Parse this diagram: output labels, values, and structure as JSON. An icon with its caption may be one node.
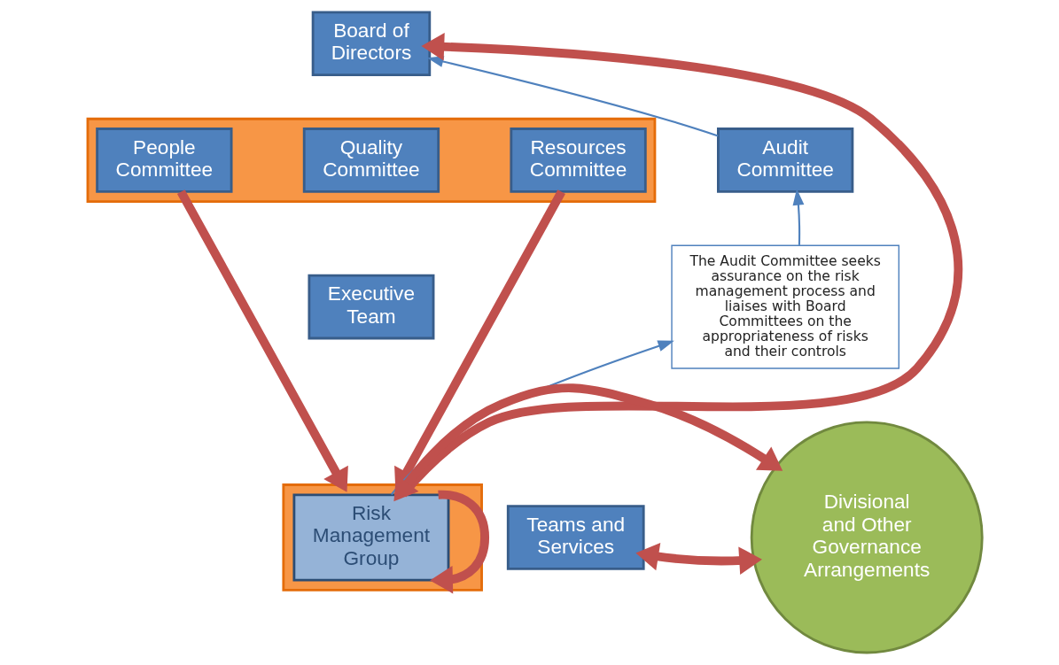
{
  "diagram": {
    "nodes": [
      {
        "text": [
          "Board of Directors"
        ]
      },
      {
        "text": [],
        "shape": "box"
      },
      {
        "text": [
          "People Committee"
        ],
        "in": 1
      },
      {
        "text": [
          "Quality Committee"
        ],
        "in": 1
      },
      {
        "text": [
          "Resources Committee"
        ],
        "in": 1
      },
      {
        "text": [
          "Audit Committee"
        ]
      },
      {
        "text": [
          "The Audit Committee seeks assurance on the risk management process and liaises with Board Committees on the appropriateness of risks and their controls"
        ]
      },
      {
        "text": [
          "Executive Team"
        ]
      },
      {
        "text": [],
        "shape": "box"
      },
      {
        "text": [
          "Risk Management Group"
        ],
        "in": 8
      },
      {
        "text": [
          "Divisional and Other Governance Arrangements"
        ]
      },
      {
        "text": [
          "Teams and Services"
        ]
      }
    ],
    "edges": [
      {
        "from": 9,
        "to": 0,
        "arrow": "to"
      },
      {
        "from": 2,
        "to": 8,
        "arrow": "to"
      },
      {
        "from": 4,
        "to": 8,
        "arrow": "to"
      },
      {
        "from": 9,
        "to": 9,
        "arrow": "to"
      },
      {
        "from": 10,
        "to": 9,
        "arrow": "both"
      },
      {
        "from": 11,
        "to": 10,
        "arrow": "both"
      },
      {
        "from": 9,
        "to": 6,
        "arrow": "to",
        "color": "#4f81bd"
      },
      {
        "from": 6,
        "to": 5,
        "arrow": "to",
        "color": "#4f81bd"
      },
      {
        "from": 5,
        "to": 0,
        "arrow": "to",
        "color": "#4f81bd"
      }
    ]
  }
}
